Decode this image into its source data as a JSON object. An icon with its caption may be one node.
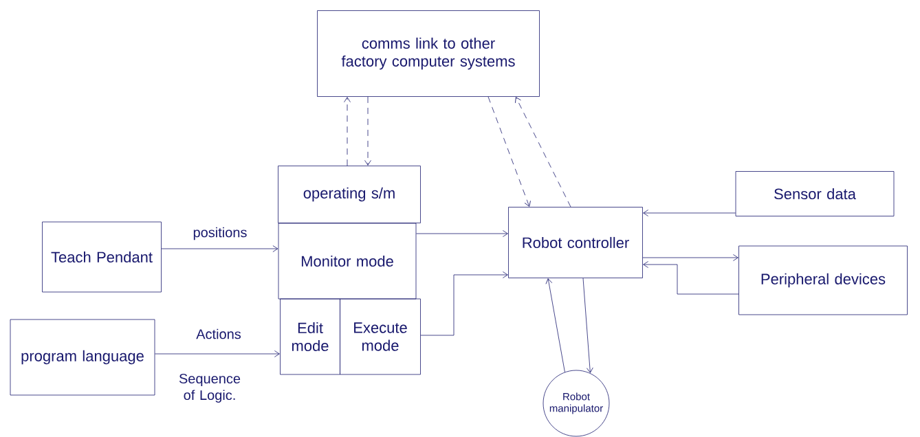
{
  "diagram": {
    "nodes": [
      {
        "text": [
          "comms link to other factory computer systems"
        ]
      },
      {
        "text": [
          "operating s/m"
        ]
      },
      {
        "text": [
          "Monitor mode"
        ]
      },
      {
        "text": [
          "Edit mode"
        ]
      },
      {
        "text": [
          "Execute mode"
        ]
      },
      {
        "text": [
          "Teach Pendant"
        ]
      },
      {
        "text": [
          "program language"
        ]
      },
      {
        "text": [
          "Robot controller"
        ]
      },
      {
        "text": [
          "Sensor data"
        ]
      },
      {
        "text": [
          "Peripheral devices"
        ]
      },
      {
        "text": [
          "Robot manipulator"
        ]
      }
    ],
    "edges": [
      {
        "from": 0,
        "to": 1,
        "arrow": "to",
        "style": "dashed"
      },
      {
        "from": 1,
        "to": 0,
        "arrow": "to",
        "style": "dashed"
      },
      {
        "from": 0,
        "to": 7,
        "arrow": "to",
        "style": "dashed"
      },
      {
        "from": 7,
        "to": 0,
        "arrow": "to",
        "style": "dashed"
      },
      {
        "from": 5,
        "to": 2,
        "arrow": "to",
        "label": "positions"
      },
      {
        "from": 6,
        "to": 3,
        "arrow": "to",
        "label": "Actions"
      },
      {
        "from": 2,
        "to": 7,
        "arrow": "to"
      },
      {
        "from": 4,
        "to": 7,
        "arrow": "to"
      },
      {
        "from": 8,
        "to": 7,
        "arrow": "to"
      },
      {
        "from": 7,
        "to": 9,
        "arrow": "to"
      },
      {
        "from": 9,
        "to": 7,
        "arrow": "to"
      },
      {
        "from": 10,
        "to": 7,
        "arrow": "to"
      },
      {
        "from": 7,
        "to": 10,
        "arrow": "to"
      }
    ],
    "labels": [
      "Sequence of Logic."
    ]
  }
}
